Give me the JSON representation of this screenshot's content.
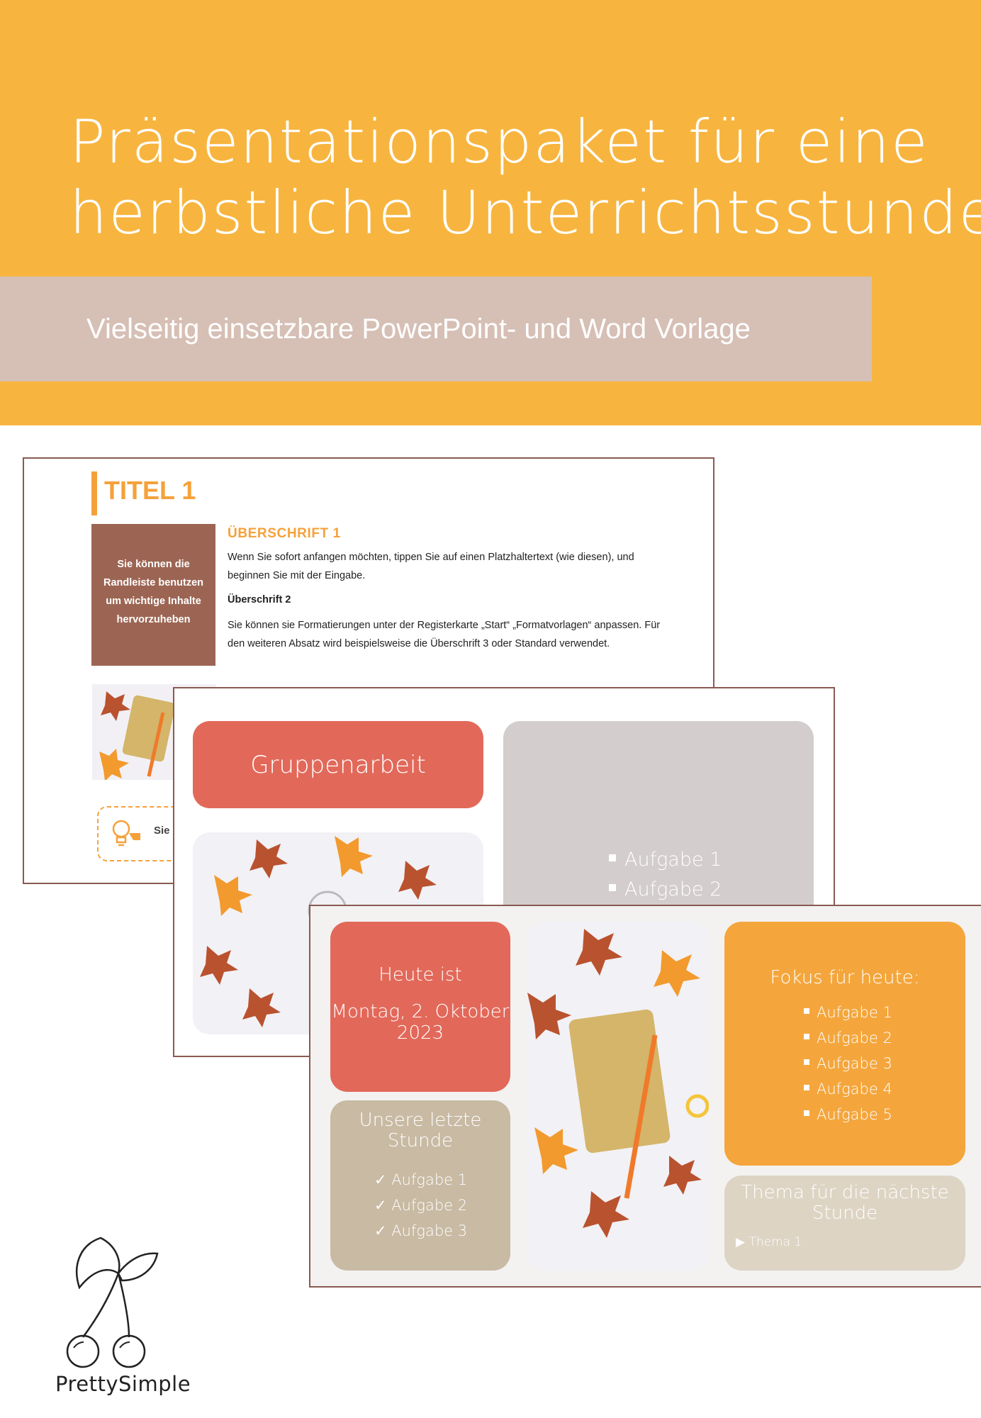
{
  "header": {
    "title_line1": "Präsentationspaket für eine",
    "title_line2": "herbstliche Unterrichtsstunde",
    "subtitle": "Vielseitig einsetzbare PowerPoint- und Word Vorlage",
    "background_color": "#f7b53f",
    "band_color": "#d6bfb5"
  },
  "doc_slide": {
    "title": "TITEL 1",
    "sidebar_text": "Sie können die Randleiste benutzen um wichtige Inhalte hervorzuheben",
    "heading1": "ÜBERSCHRIFT 1",
    "paragraph1": "Wenn Sie sofort anfangen möchten, tippen Sie auf einen Platzhaltertext (wie diesen), und beginnen Sie mit der Eingabe.",
    "heading2": "Überschrift 2",
    "paragraph2": "Sie können sie Formatierungen unter der Registerkarte „Start“ „Formatvorlagen“ anpassen. Für den weiteren Absatz wird beispielsweise die Überschrift 3 oder Standard verwendet.",
    "tip_text": "Sie",
    "tip_icon": "lightbulb-icon",
    "accent_color": "#f5a13a"
  },
  "group_slide": {
    "title": "Gruppenarbeit",
    "tasks": [
      "Aufgabe 1",
      "Aufgabe 2"
    ]
  },
  "dash_slide": {
    "today_label": "Heute ist",
    "today_date": "Montag, 2. Oktober 2023",
    "last_lesson_title": "Unsere letzte Stunde",
    "last_lesson_tasks": [
      "Aufgabe 1",
      "Aufgabe 2",
      "Aufgabe 3"
    ],
    "focus_title": "Fokus für heute:",
    "focus_tasks": [
      "Aufgabe 1",
      "Aufgabe 2",
      "Aufgabe 3",
      "Aufgabe 4",
      "Aufgabe 5"
    ],
    "next_title": "Thema für die nächste Stunde",
    "next_item": "Thema 1"
  },
  "brand": {
    "name": "PrettySimple",
    "logo_icon": "cherry-icon"
  }
}
